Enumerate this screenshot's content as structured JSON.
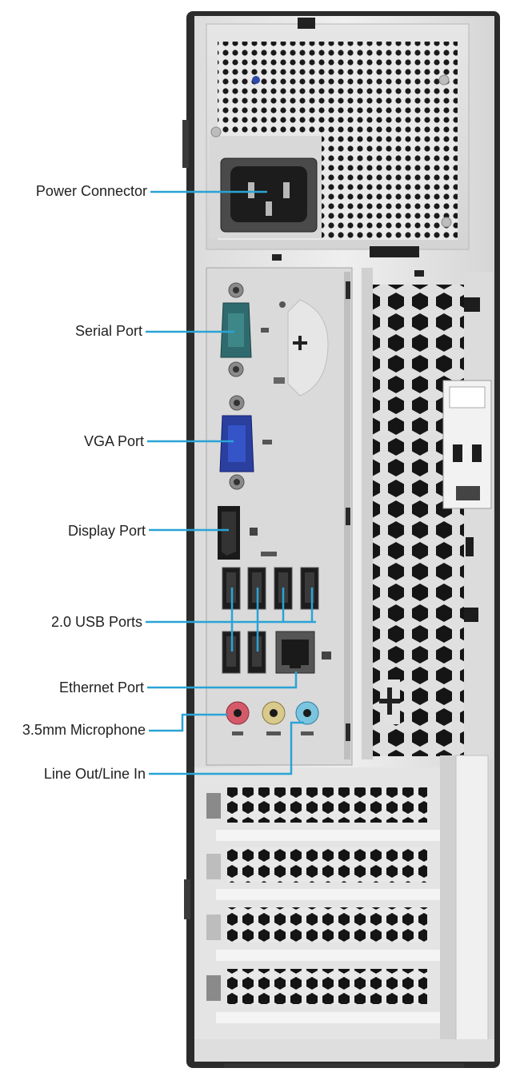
{
  "diagram": {
    "callout_color": "#2aa3d6",
    "labels": [
      {
        "id": "power",
        "text": "Power Connector"
      },
      {
        "id": "serial",
        "text": "Serial Port"
      },
      {
        "id": "vga",
        "text": "VGA Port"
      },
      {
        "id": "display",
        "text": "Display Port"
      },
      {
        "id": "usb",
        "text": "2.0 USB Ports"
      },
      {
        "id": "ethernet",
        "text": "Ethernet Port"
      },
      {
        "id": "mic",
        "text": "3.5mm Microphone"
      },
      {
        "id": "lineout",
        "text": "Line Out/Line In"
      }
    ]
  }
}
